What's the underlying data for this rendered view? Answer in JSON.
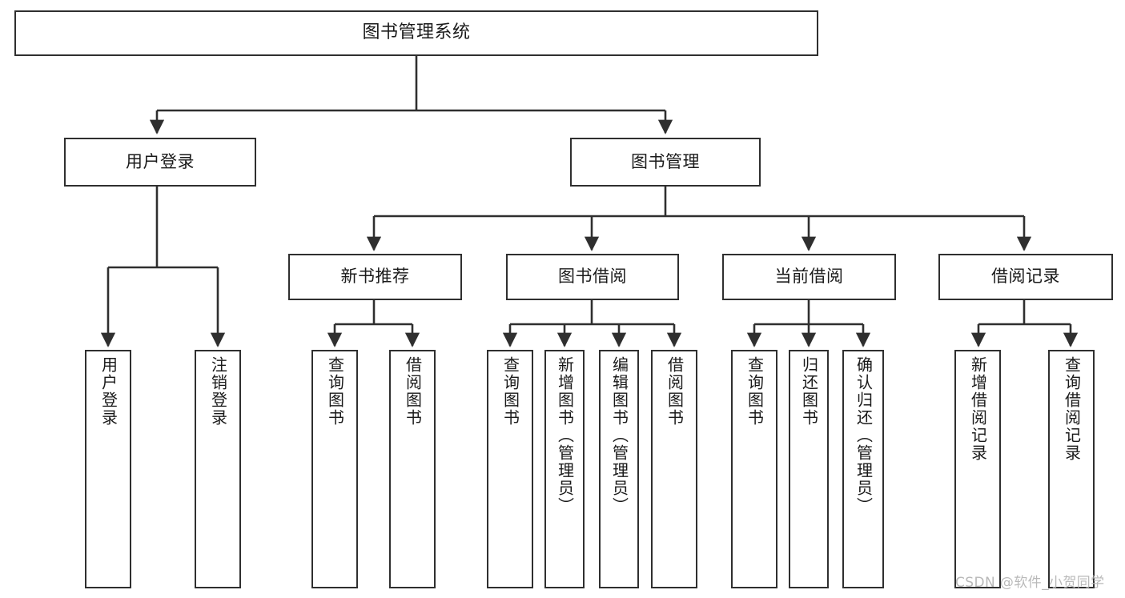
{
  "diagram": {
    "type": "tree",
    "title": "图书管理系统",
    "watermark": "CSDN @软件_小贺同学",
    "colors": {
      "stroke": "#2f2f2f",
      "fill": "#ffffff",
      "text": "#1a1a1a",
      "watermark": "#b9b9b9",
      "background": "#ffffff"
    },
    "nodes": {
      "root": {
        "label": "图书管理系统"
      },
      "level2": [
        {
          "label": "用户登录"
        },
        {
          "label": "图书管理"
        }
      ],
      "level3": [
        {
          "label": "新书推荐"
        },
        {
          "label": "图书借阅"
        },
        {
          "label": "当前借阅"
        },
        {
          "label": "借阅记录"
        }
      ],
      "leaves": {
        "user_login": [
          {
            "label": "用户登录"
          },
          {
            "label": "注销登录"
          }
        ],
        "new_book": [
          {
            "label": "查询图书"
          },
          {
            "label": "借阅图书"
          }
        ],
        "book_borrow": [
          {
            "label": "查询图书"
          },
          {
            "label": "新增图书（管理员）"
          },
          {
            "label": "编辑图书（管理员）"
          },
          {
            "label": "借阅图书"
          }
        ],
        "current_borrow": [
          {
            "label": "查询图书"
          },
          {
            "label": "归还图书"
          },
          {
            "label": "确认归还（管理员）"
          }
        ],
        "borrow_record": [
          {
            "label": "新增借阅记录"
          },
          {
            "label": "查询借阅记录"
          }
        ]
      }
    }
  }
}
